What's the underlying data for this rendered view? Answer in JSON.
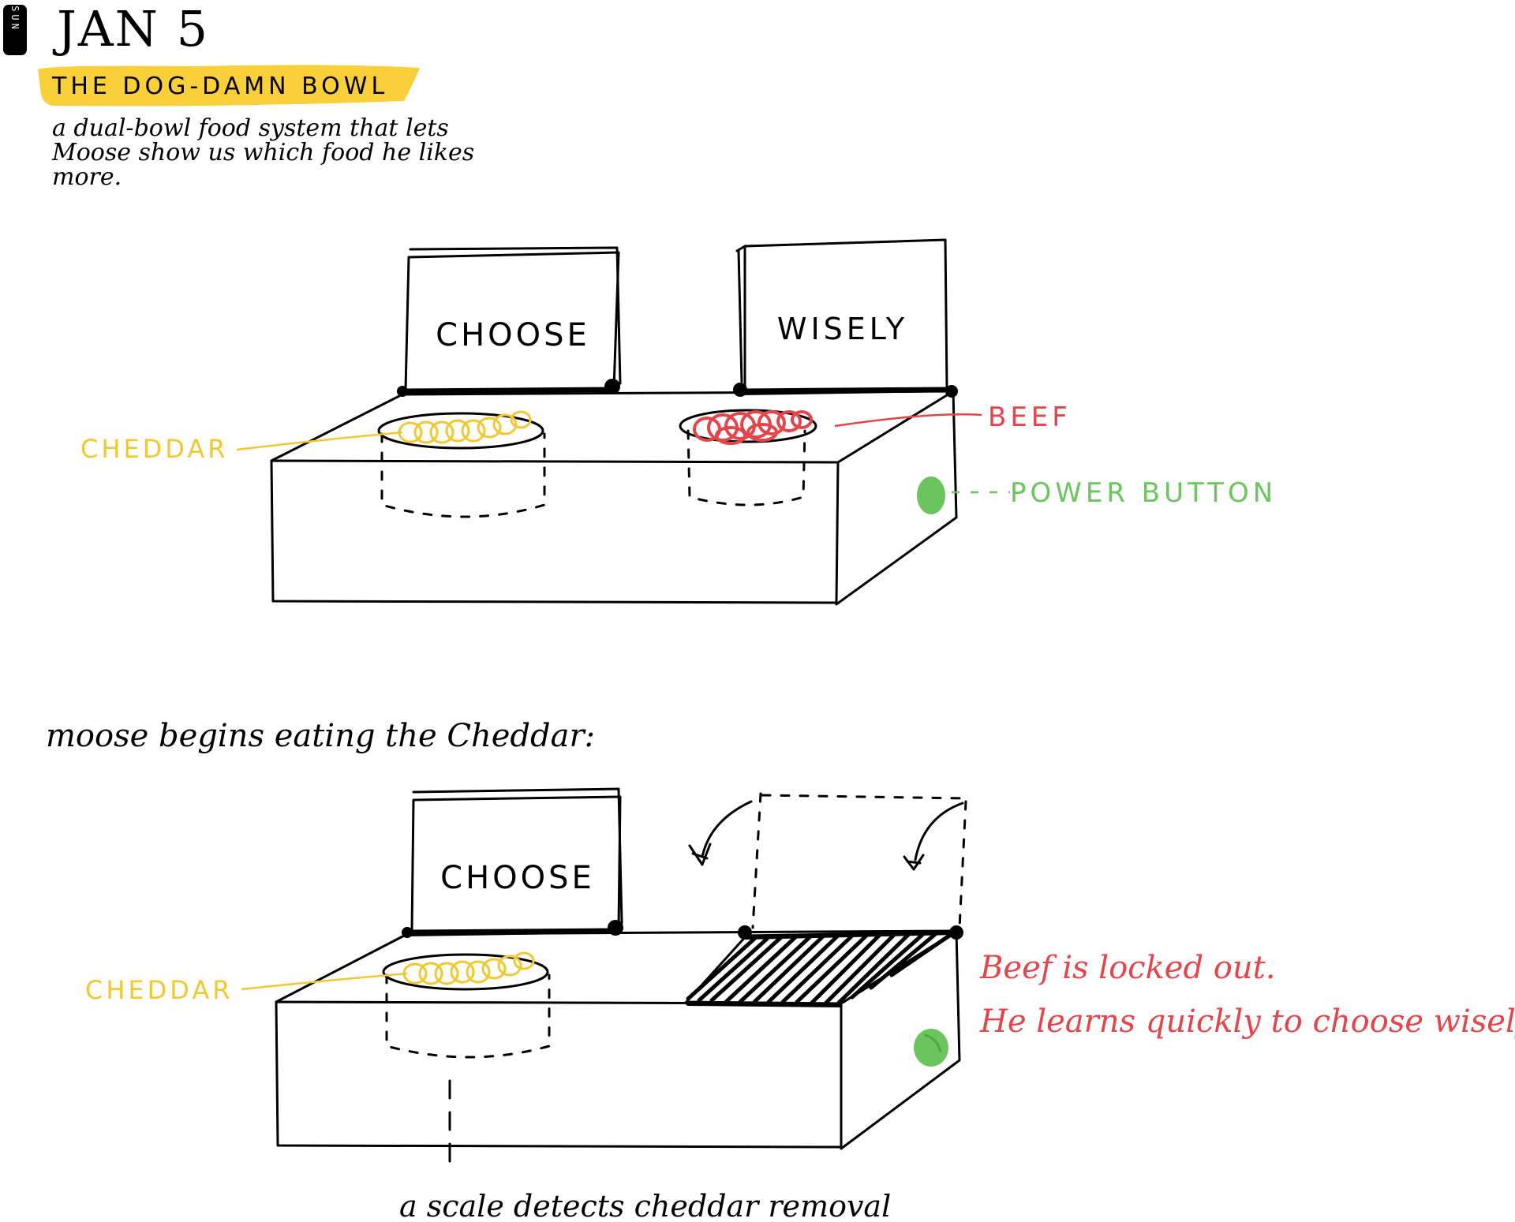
{
  "header": {
    "day_badge": "SUN",
    "date": "JAN 5",
    "title": "THE DOG-DAMN BOWL",
    "description_lines": [
      "a dual-bowl food system that lets",
      "Moose show us which food he likes",
      "more."
    ]
  },
  "figure1": {
    "left_screen": "CHOOSE",
    "right_screen": "WISELY",
    "left_bowl_label": "CHEDDAR",
    "right_bowl_label": "BEEF",
    "button_label": "POWER BUTTON"
  },
  "caption": "moose begins eating the Cheddar:",
  "figure2": {
    "left_screen": "CHOOSE",
    "left_bowl_label": "CHEDDAR",
    "note_lines": [
      "Beef is locked out.",
      "He learns quickly to choose wisely."
    ],
    "scale_label": "a scale detects cheddar removal"
  },
  "colors": {
    "highlight": "#f9cf3a",
    "cheddar": "#f0c832",
    "beef": "#e4454a",
    "power": "#6cc45e",
    "ink": "#000000"
  }
}
